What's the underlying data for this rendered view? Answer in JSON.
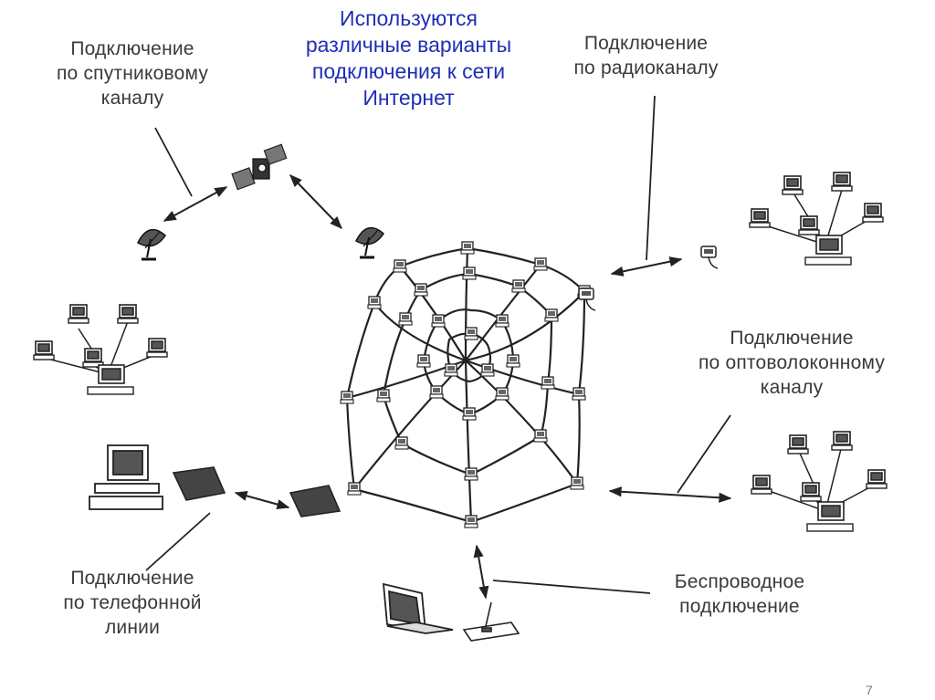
{
  "heading": [
    "Используются",
    "различные варианты",
    "подключения к сети",
    "Интернет"
  ],
  "labels": {
    "satellite": [
      "Подключение",
      "по спутниковому",
      "каналу"
    ],
    "radio": [
      "Подключение",
      "по радиоканалу"
    ],
    "fiber": [
      "Подключение",
      "по оптоволоконному",
      "каналу"
    ],
    "phone": [
      "Подключение",
      "по телефонной",
      "линии"
    ],
    "wireless": [
      "Беспроводное",
      "подключение"
    ]
  },
  "page_number": "7",
  "colors": {
    "heading": "#1f2fb5",
    "label": "#3a3a3a",
    "lines": "#222222"
  }
}
